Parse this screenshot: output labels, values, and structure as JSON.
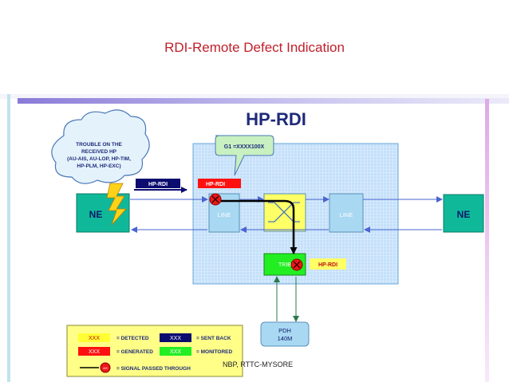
{
  "slide_title": "RDI-Remote Defect Indication",
  "diagram_title": "HP-RDI",
  "cloud_text": [
    "TROUBLE ON THE",
    "RECEIVED HP",
    "(AU-AIS, AU-LOP, HP-TIM,",
    "HP-PLM, HP-EXC)"
  ],
  "g1_callout": "G1 =XXXX100X",
  "ne_left": "NE",
  "ne_right": "NE",
  "hp_rdi_arrow_label": "HP-RDI",
  "hp_rdi_generated_label": "HP-RDI",
  "hp_rdi_monitored_label": "HP-RDI",
  "line_left": "LINE",
  "line_right": "LINE",
  "trib_label": "TRIB",
  "pdh_label": [
    "PDH",
    "140M"
  ],
  "legend": {
    "sample": "XXX",
    "detected": "= DETECTED",
    "generated": "= GENERATED",
    "sent_back": "= SENT BACK",
    "monitored": "= MONITORED",
    "signal_marker": "AIS",
    "signal_passed": "= SIGNAL PASSED THROUGH"
  },
  "footer": "NBP, RTTC-MYSORE",
  "colors": {
    "title_red": "#c0202a",
    "ne_green": "#10b89a",
    "line_blue": "#a9d8f2",
    "matrix_yellow": "#ffff66",
    "generated_red": "#ff1010",
    "monitored_green": "#22ee22",
    "sent_back_navy": "#0b0b70",
    "legend_yellow": "#ffff88"
  }
}
